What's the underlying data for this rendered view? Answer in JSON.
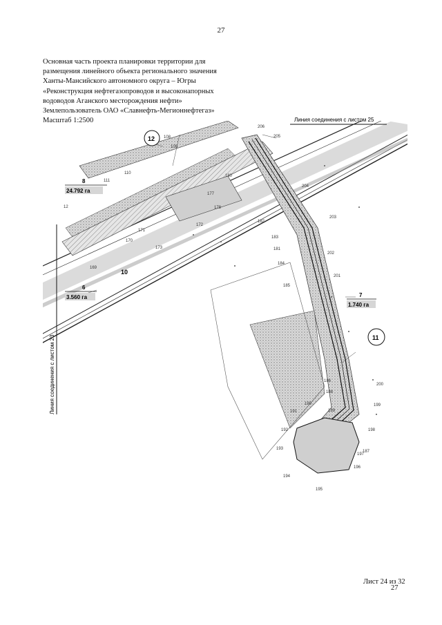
{
  "page_number_top": "27",
  "header": {
    "lines": [
      "Основная часть проекта планировки территории для",
      "размещения линейного объекта регионального значения",
      "Ханты-Мансийского автономного округа – Югры",
      "«Реконструкция нефтегазопроводов и высоконапорных",
      "водоводов Аганского месторождения нефти»",
      "Землепользователь ОАО «Славнефть-Мегионнефтегаз»",
      "Масштаб 1:2500"
    ]
  },
  "map": {
    "match_line_top": "Линия соединения с листом 25",
    "match_line_left": "Линия соединения с листом 23",
    "plots": [
      {
        "id": "8",
        "area": "24.792 га"
      },
      {
        "id": "6",
        "area": "3.560 га"
      },
      {
        "id": "7",
        "area": "1.740 га"
      }
    ],
    "circle_markers": [
      "12",
      "11"
    ],
    "plain_markers": [
      "10"
    ],
    "point_labels": [
      "108",
      "109",
      "110",
      "111",
      "12",
      "170",
      "169",
      "171",
      "173",
      "172",
      "177",
      "178",
      "180",
      "181",
      "182",
      "183",
      "184",
      "185",
      "186",
      "187",
      "188",
      "189",
      "190",
      "191",
      "192",
      "193",
      "194",
      "195",
      "196",
      "197",
      "198",
      "199",
      "200",
      "201",
      "202",
      "203",
      "204",
      "205",
      "206"
    ]
  },
  "footer": {
    "sheet": "Лист 24 из 32",
    "page_number_bottom": "27"
  }
}
